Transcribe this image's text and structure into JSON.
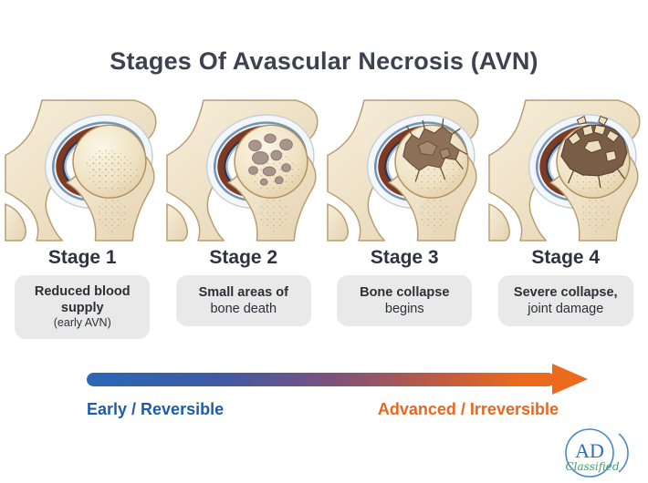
{
  "title": "Stages Of Avascular Necrosis (AVN)",
  "stages": [
    {
      "label": "Stage 1",
      "bold": "Reduced blood supply",
      "normal": "",
      "note": "(early AVN)",
      "illustration": "hip-joint-early-avn-intact-femoral-head"
    },
    {
      "label": "Stage 2",
      "bold": "Small areas of",
      "normal": "bone death",
      "note": "",
      "illustration": "hip-joint-mottled-patches-of-bone-death"
    },
    {
      "label": "Stage 3",
      "bold": "Bone collapse",
      "normal": "begins",
      "note": "",
      "illustration": "hip-joint-cracked-collapsing-femoral-head"
    },
    {
      "label": "Stage 4",
      "bold": "Severe collapse,",
      "normal": "joint damage",
      "note": "",
      "illustration": "hip-joint-severely-collapsed-fragmented-head"
    }
  ],
  "progression": {
    "left_label": "Early / Reversible",
    "right_label": "Advanced / Irreversible",
    "left_color": "#1d5cab",
    "right_color": "#e8671f",
    "arrow_gradient_start": "#2b68b6",
    "arrow_gradient_end": "#eb6a1e"
  },
  "logo": {
    "monogram": "AD",
    "subtext": "Classified",
    "circle_color": "#4a86c8",
    "monogram_color": "#2f6db8",
    "subtext_color": "#3aa06a"
  }
}
